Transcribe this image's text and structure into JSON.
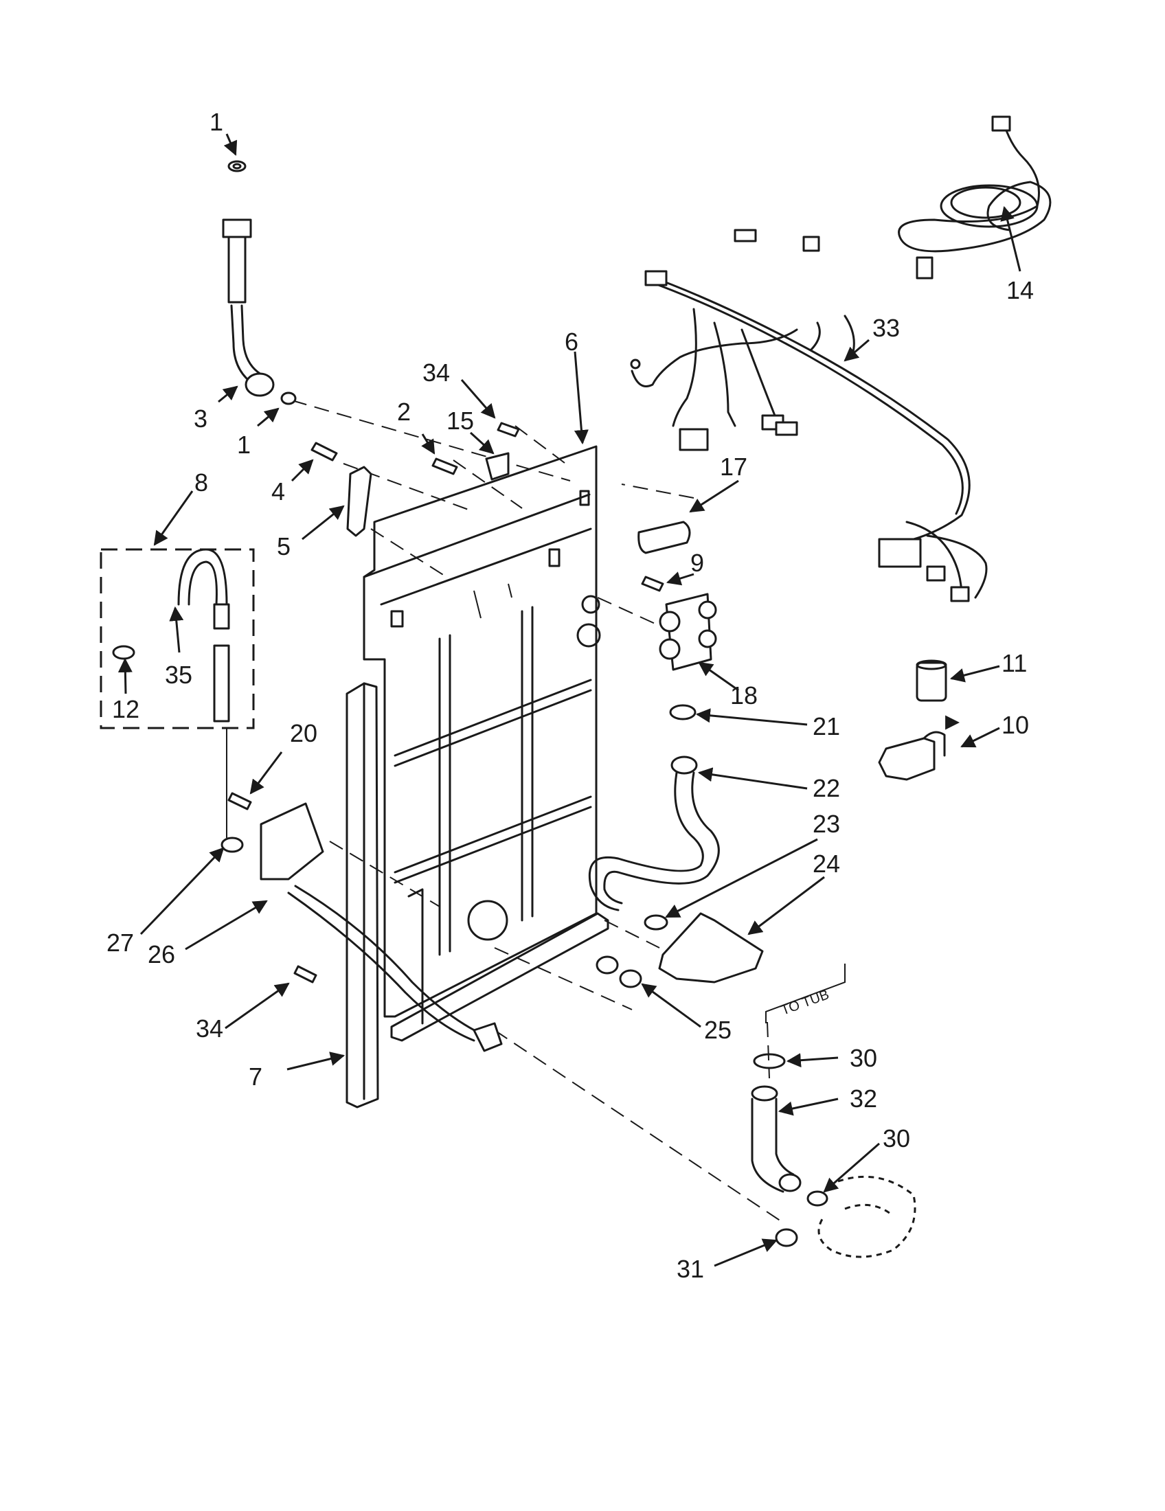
{
  "diagram": {
    "note_text": "TO TUB",
    "callouts": [
      {
        "id": "c1a",
        "label": "1"
      },
      {
        "id": "c1b",
        "label": "1"
      },
      {
        "id": "c2",
        "label": "2"
      },
      {
        "id": "c3",
        "label": "3"
      },
      {
        "id": "c4",
        "label": "4"
      },
      {
        "id": "c5",
        "label": "5"
      },
      {
        "id": "c6",
        "label": "6"
      },
      {
        "id": "c7",
        "label": "7"
      },
      {
        "id": "c8",
        "label": "8"
      },
      {
        "id": "c9",
        "label": "9"
      },
      {
        "id": "c10",
        "label": "10"
      },
      {
        "id": "c11",
        "label": "11"
      },
      {
        "id": "c12",
        "label": "12"
      },
      {
        "id": "c14",
        "label": "14"
      },
      {
        "id": "c15",
        "label": "15"
      },
      {
        "id": "c17",
        "label": "17"
      },
      {
        "id": "c18",
        "label": "18"
      },
      {
        "id": "c20",
        "label": "20"
      },
      {
        "id": "c21",
        "label": "21"
      },
      {
        "id": "c22",
        "label": "22"
      },
      {
        "id": "c23",
        "label": "23"
      },
      {
        "id": "c24",
        "label": "24"
      },
      {
        "id": "c25",
        "label": "25"
      },
      {
        "id": "c26",
        "label": "26"
      },
      {
        "id": "c27",
        "label": "27"
      },
      {
        "id": "c30a",
        "label": "30"
      },
      {
        "id": "c30b",
        "label": "30"
      },
      {
        "id": "c31",
        "label": "31"
      },
      {
        "id": "c32",
        "label": "32"
      },
      {
        "id": "c33",
        "label": "33"
      },
      {
        "id": "c34a",
        "label": "34"
      },
      {
        "id": "c34b",
        "label": "34"
      },
      {
        "id": "c35",
        "label": "35"
      }
    ]
  }
}
